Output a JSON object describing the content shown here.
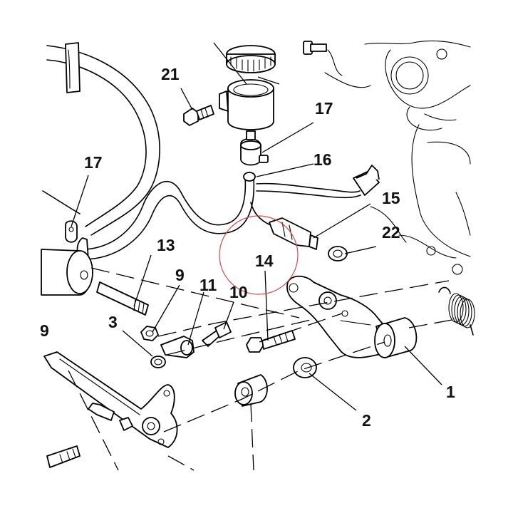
{
  "diagram": {
    "callouts": [
      {
        "id": "c21",
        "text": "21"
      },
      {
        "id": "c17a",
        "text": "17"
      },
      {
        "id": "c17b",
        "text": "17"
      },
      {
        "id": "c16",
        "text": "16"
      },
      {
        "id": "c15",
        "text": "15"
      },
      {
        "id": "c22",
        "text": "22"
      },
      {
        "id": "c13",
        "text": "13"
      },
      {
        "id": "c14",
        "text": "14"
      },
      {
        "id": "c9a",
        "text": "9"
      },
      {
        "id": "c11",
        "text": "11"
      },
      {
        "id": "c10",
        "text": "10"
      },
      {
        "id": "c3",
        "text": "3"
      },
      {
        "id": "c9b",
        "text": "9"
      },
      {
        "id": "c1",
        "text": "1"
      },
      {
        "id": "c2",
        "text": "2"
      }
    ],
    "highlight_color": "#d9494f",
    "line_color": "#000000"
  }
}
